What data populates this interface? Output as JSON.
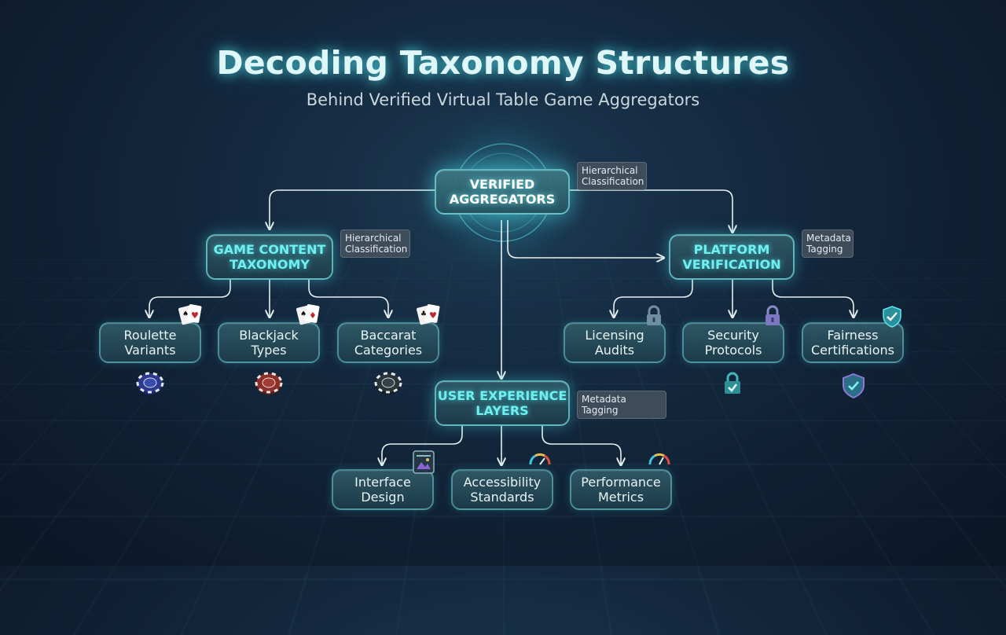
{
  "header": {
    "title": "Decoding Taxonomy Structures",
    "subtitle": "Behind Verified Virtual Table Game Aggregators"
  },
  "nodes": {
    "root": "VERIFIED\nAGGREGATORS",
    "game_content": "GAME CONTENT\nTAXONOMY",
    "platform": "PLATFORM\nVERIFICATION",
    "ux": "USER EXPERIENCE\nLAYERS",
    "roulette": "Roulette\nVariants",
    "blackjack": "Blackjack\nTypes",
    "baccarat": "Baccarat\nCategories",
    "licensing": "Licensing\nAudits",
    "security": "Security\nProtocols",
    "fairness": "Fairness\nCertifications",
    "interface": "Interface\nDesign",
    "accessibility": "Accessibility\nStandards",
    "performance": "Performance\nMetrics"
  },
  "tags": {
    "root_tag": "Hierarchical\nClassification",
    "game_tag": "Hierarchical\nClassification",
    "platform_tag": "Metadata\nTagging",
    "ux_tag": "Metadata Tagging"
  },
  "colors": {
    "accent": "#6ff0f0",
    "node_border": "#6ec8d2",
    "chip_blue": "#2b3a8f",
    "chip_red": "#8a2f2a",
    "chip_dark": "#2a3338",
    "lock": "#6f8fa0",
    "shield": "#3fc3c8"
  }
}
